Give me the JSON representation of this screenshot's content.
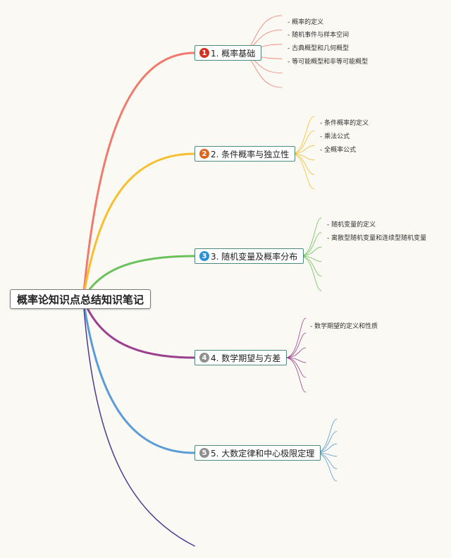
{
  "root": {
    "title": "概率论知识点总结知识笔记"
  },
  "topics": [
    {
      "number": "1",
      "label": "1. 概率基础",
      "color": "#f07a6b",
      "badge_color": "#d6301f",
      "subs": [
        "- 概率的定义",
        "- 随机事件与样本空间",
        "- 古典概型和几何概型",
        "- 等可能概型和非等可能概型"
      ]
    },
    {
      "number": "2",
      "label": "2. 条件概率与独立性",
      "color": "#f7bf2e",
      "badge_color": "#e0651c",
      "subs": [
        "- 条件概率的定义",
        "- 乘法公式",
        "- 全概率公式"
      ]
    },
    {
      "number": "3",
      "label": "3. 随机变量及概率分布",
      "color": "#6cc25a",
      "badge_color": "#2a8fd6",
      "subs": [
        "- 随机变量的定义",
        "- 离散型随机变量和连续型随机变量"
      ]
    },
    {
      "number": "4",
      "label": "4. 数学期望与方差",
      "color": "#9b3f8f",
      "badge_color": "#8f8f8f",
      "subs": [
        "- 数学期望的定义和性质"
      ]
    },
    {
      "number": "5",
      "label": "5. 大数定律和中心极限定理",
      "color": "#5a9bd8",
      "badge_color": "#8f8f8f",
      "subs": []
    }
  ],
  "extra_branch_color": "#4b3a8f"
}
